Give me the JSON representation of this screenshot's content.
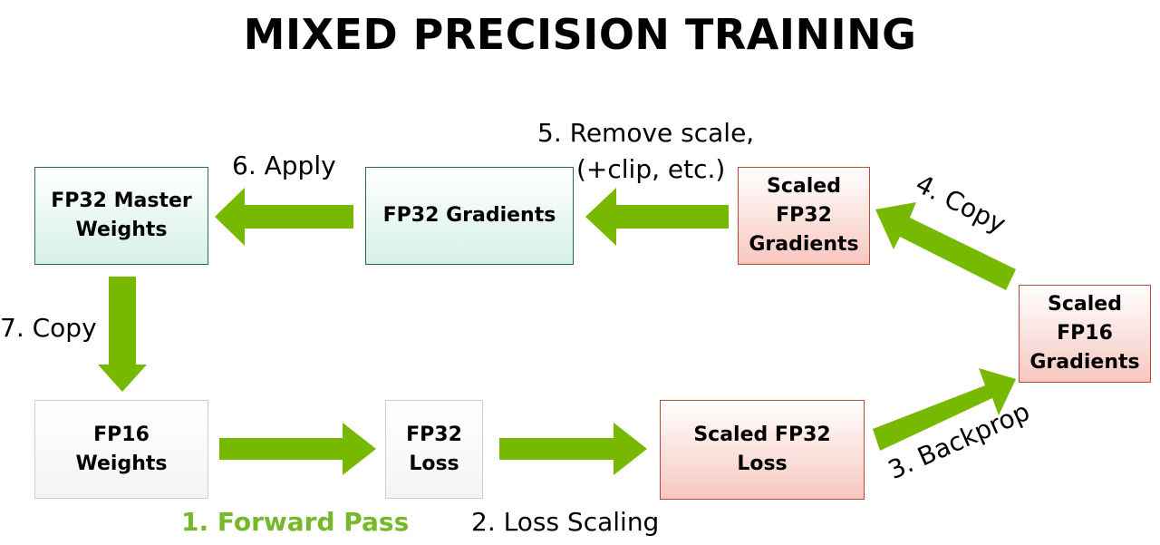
{
  "title": "MIXED PRECISION TRAINING",
  "colors": {
    "arrow": "#76b900",
    "green_box_border": "#2e6b57",
    "green_box_fill": "#d6f0e8",
    "red_box_border": "#b84a3c",
    "red_box_fill": "#f7c7bf",
    "forward_pass_label": "#76b82a"
  },
  "boxes": {
    "fp32_master_weights": "FP32 Master\nWeights",
    "fp32_gradients": "FP32 Gradients",
    "scaled_fp32_gradients": "Scaled\nFP32\nGradients",
    "scaled_fp16_gradients": "Scaled\nFP16\nGradients",
    "fp16_weights": "FP16\nWeights",
    "fp32_loss": "FP32\nLoss",
    "scaled_fp32_loss": "Scaled FP32\nLoss"
  },
  "steps": {
    "forward_pass": "1. Forward Pass",
    "loss_scaling": "2. Loss Scaling",
    "backprop": "3. Backprop",
    "copy_4": "4. Copy",
    "remove_scale_line1": "5. Remove scale,",
    "remove_scale_line2": "(+clip, etc.)",
    "apply": "6. Apply",
    "copy_7": "7. Copy"
  }
}
